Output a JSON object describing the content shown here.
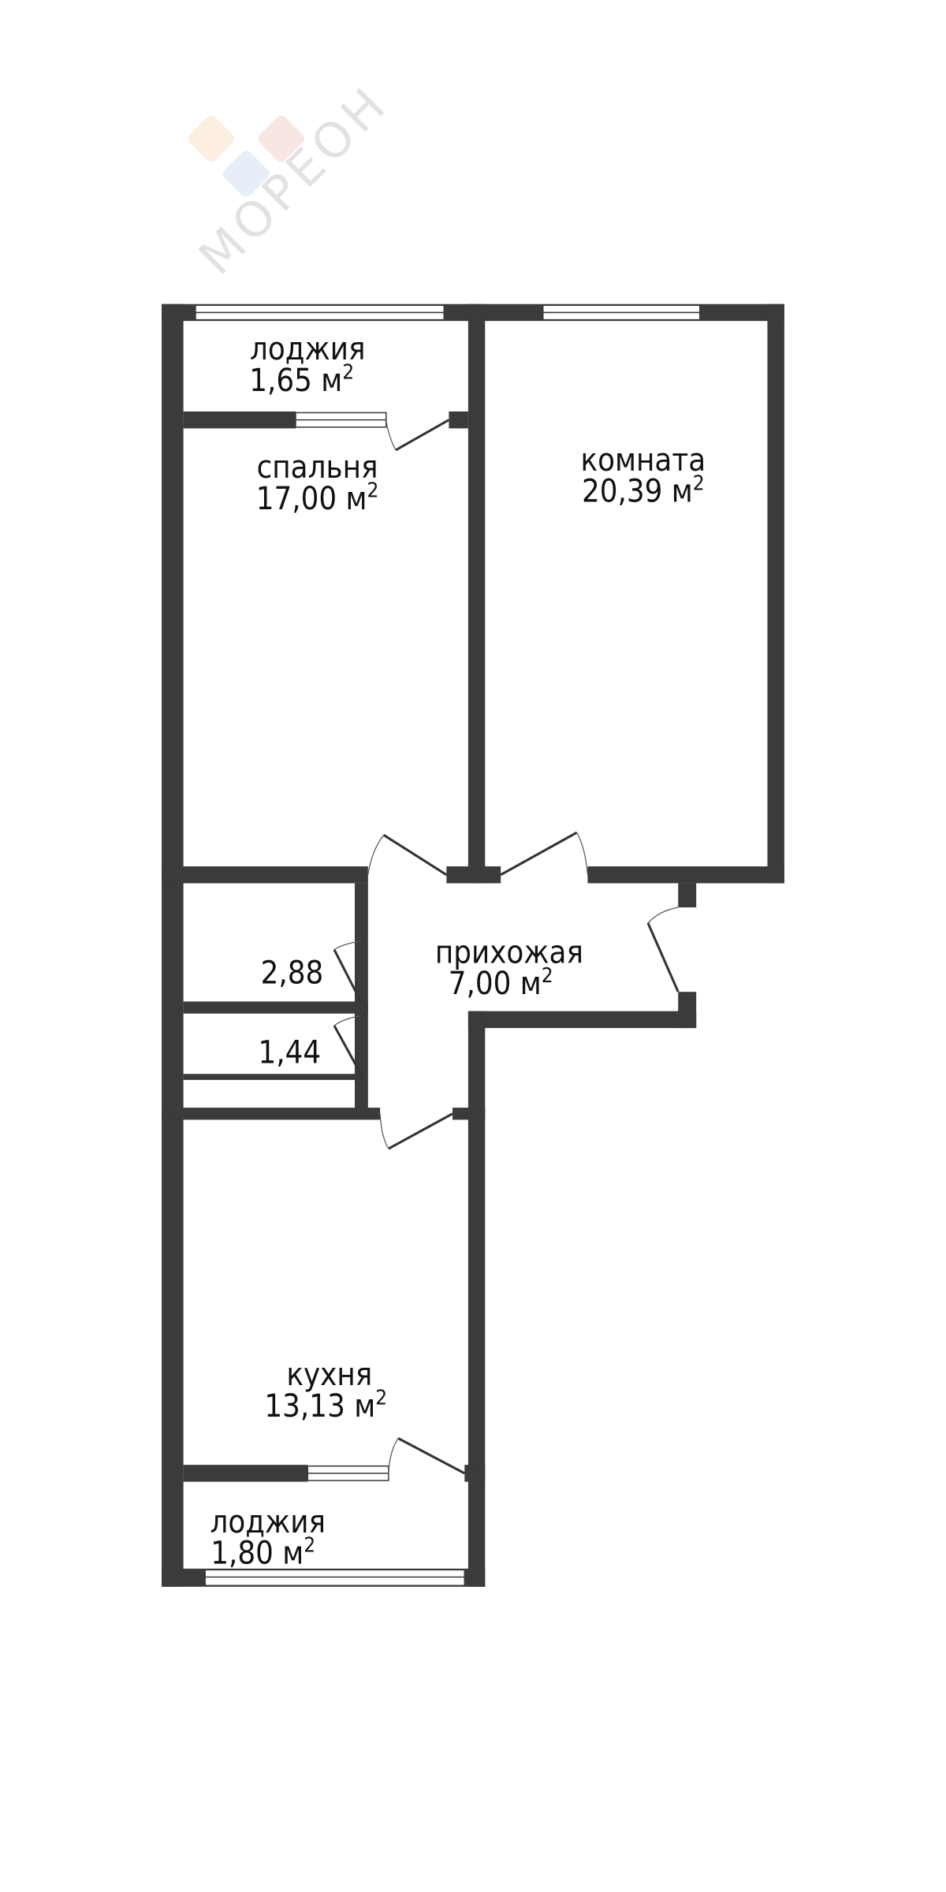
{
  "logo": {
    "text": "МОРЕОН",
    "colors": [
      "#fdeee2",
      "#f8e6e2",
      "#e7eef8"
    ]
  },
  "rooms": [
    {
      "id": "loggia-top",
      "name": "лоджия",
      "area": "1,65 м",
      "sup": "2"
    },
    {
      "id": "bedroom",
      "name": "спальня",
      "area": "17,00  м",
      "sup": "2"
    },
    {
      "id": "room",
      "name": "комната",
      "area": "20,39 м",
      "sup": "2"
    },
    {
      "id": "hallway",
      "name": "прихожая",
      "area": "7,00 м",
      "sup": "2"
    },
    {
      "id": "storage-1",
      "area": "2,88"
    },
    {
      "id": "storage-2",
      "area": "1,44"
    },
    {
      "id": "kitchen",
      "name": "кухня",
      "area": "13,13 м",
      "sup": "2"
    },
    {
      "id": "loggia-bottom",
      "name": "лоджия",
      "area": "1,80 м",
      "sup": "2"
    }
  ],
  "colors": {
    "wall": "#3b3b3b"
  }
}
